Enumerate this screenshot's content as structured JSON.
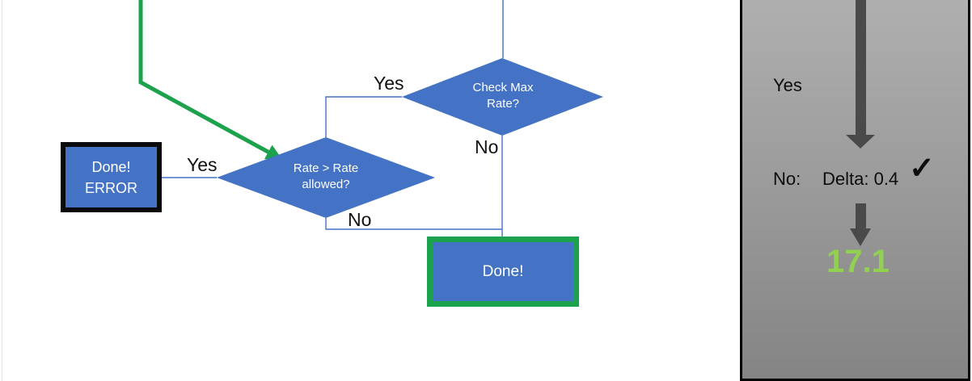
{
  "flowchart": {
    "check_max_diamond": {
      "label": "Check Max\nRate?",
      "yes_label": "Yes",
      "no_label": "No"
    },
    "rate_diamond": {
      "label": "Rate > Rate\nallowed?",
      "yes_label": "Yes",
      "no_label": "No"
    },
    "done_error_box": {
      "label": "Done!\nERROR"
    },
    "done_box": {
      "label": "Done!"
    }
  },
  "side_panel": {
    "yes_label": "Yes",
    "no_label": "No:",
    "delta_value": "Delta: 0.4",
    "check_mark": "✓",
    "result_value": "17.1"
  },
  "colors": {
    "node_blue": "#4472C4",
    "success_green": "#1CA24C",
    "result_green": "#92D050",
    "connector_blue": "#4472C4",
    "arrow_gray": "#4A4A4A",
    "panel_gray_top": "#B0AFAF",
    "panel_gray_bottom": "#858485"
  }
}
